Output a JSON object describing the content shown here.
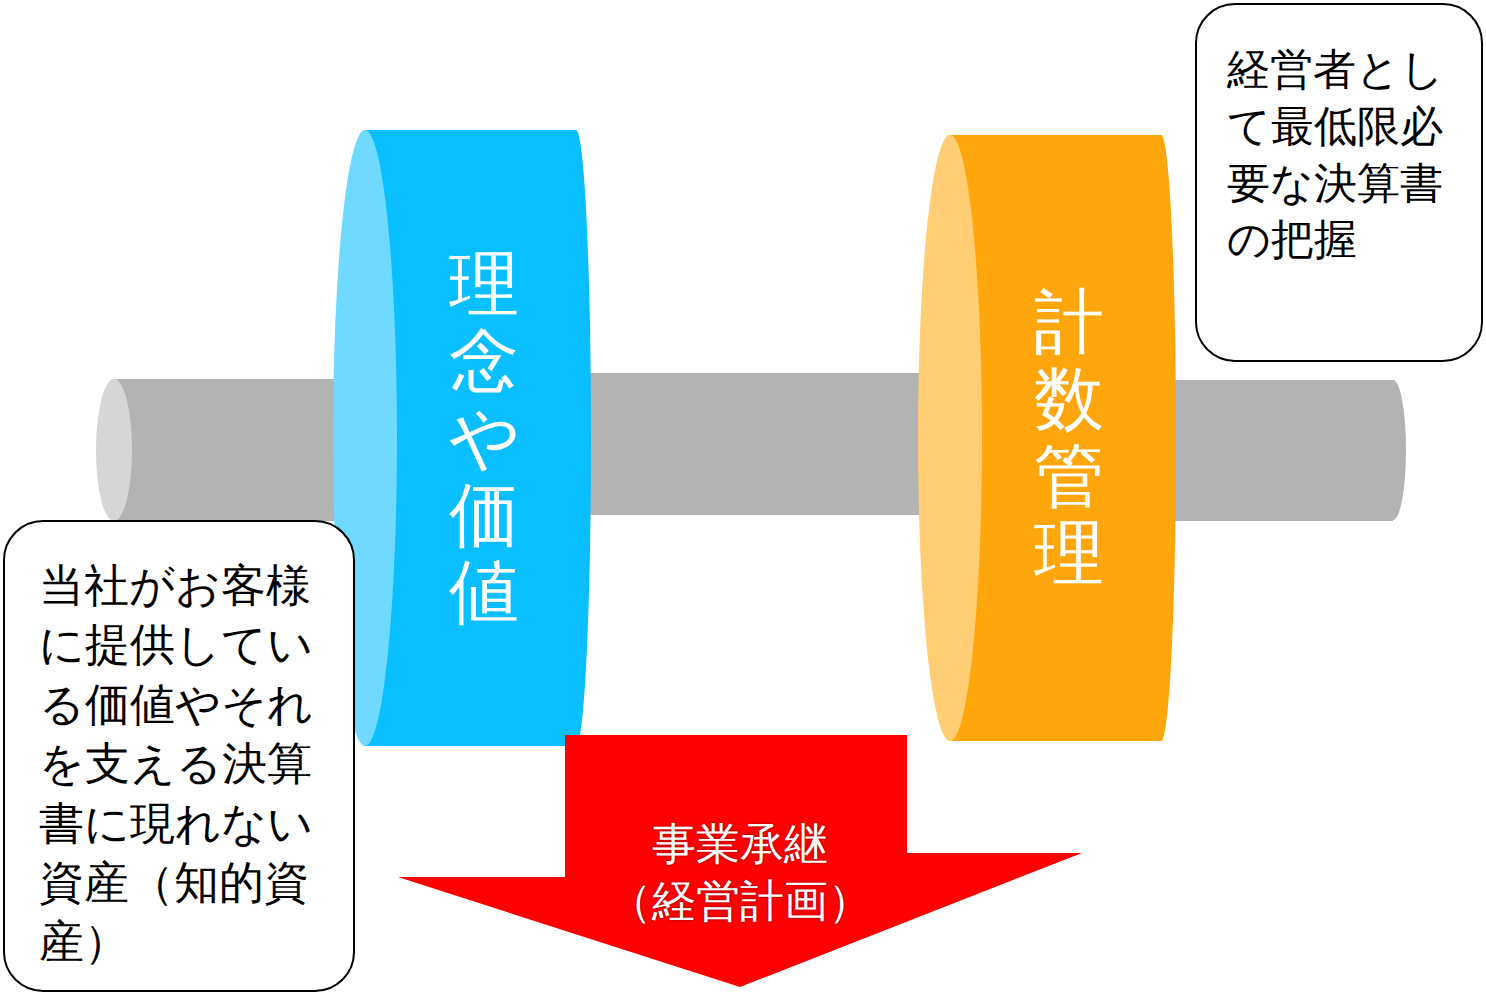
{
  "diagram": {
    "nodes": [
      {
        "text": [
          "理念や価値"
        ]
      },
      {
        "text": [
          "計数管理"
        ]
      },
      {
        "text": [
          "経営者として最低限必要な決算書の把握"
        ]
      },
      {
        "text": [
          "当社がお客様に提供している価値やそれを支える決算書に現れない資産（知的資産）"
        ]
      },
      {
        "text": [
          "事業承継",
          "（経営計画）"
        ]
      }
    ]
  }
}
